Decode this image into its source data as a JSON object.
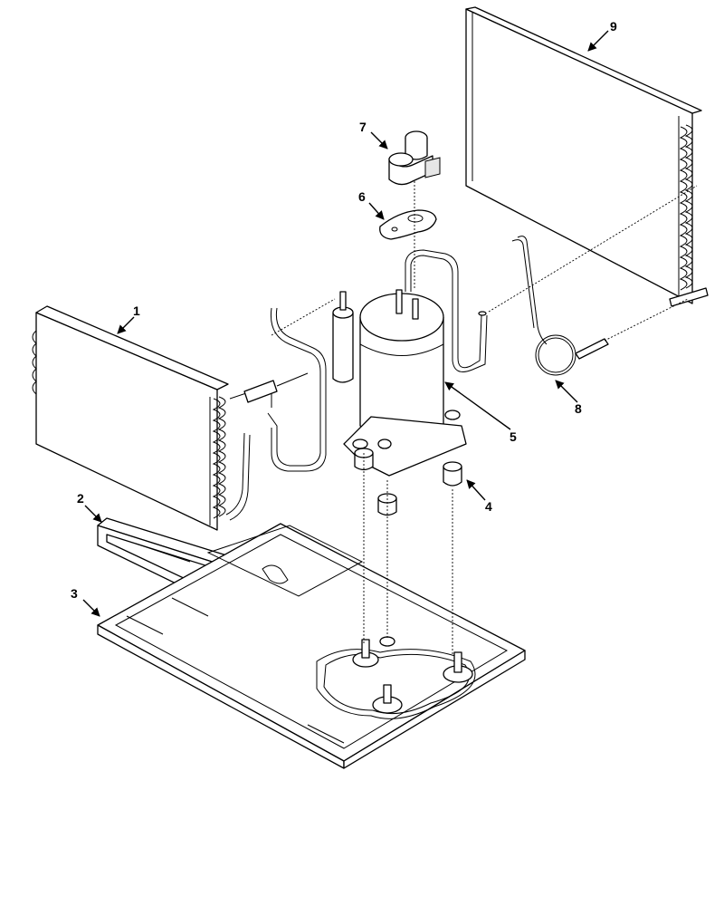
{
  "callouts": [
    {
      "id": "1",
      "label": "1",
      "part": "condenser-coil"
    },
    {
      "id": "2",
      "label": "2",
      "part": "drain-tray"
    },
    {
      "id": "3",
      "label": "3",
      "part": "base-pan"
    },
    {
      "id": "4",
      "label": "4",
      "part": "grommet"
    },
    {
      "id": "5",
      "label": "5",
      "part": "compressor"
    },
    {
      "id": "6",
      "label": "6",
      "part": "gasket"
    },
    {
      "id": "7",
      "label": "7",
      "part": "terminal-cover"
    },
    {
      "id": "8",
      "label": "8",
      "part": "capillary-tube"
    },
    {
      "id": "9",
      "label": "9",
      "part": "evaporator-coil"
    }
  ],
  "colors": {
    "line": "#000000",
    "background": "#ffffff"
  }
}
